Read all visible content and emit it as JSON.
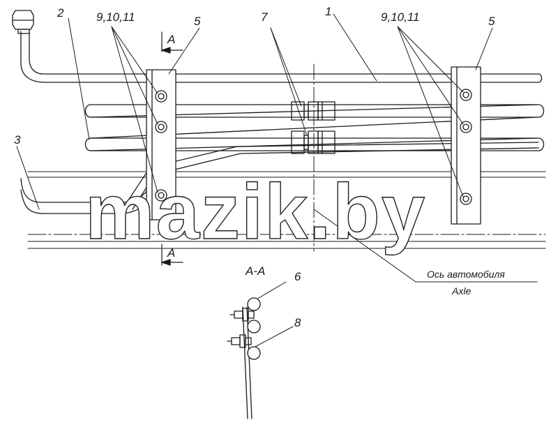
{
  "callouts": {
    "c1": "1",
    "c2": "2",
    "c3": "3",
    "c5a": "5",
    "c5b": "5",
    "c6": "6",
    "c7": "7",
    "c8": "8",
    "c91011a": "9,10,11",
    "c91011b": "9,10,11"
  },
  "section": {
    "marker_top": "A",
    "marker_bottom": "A",
    "view_label": "А-А"
  },
  "axis": {
    "label_ru": "Ось автомобиля",
    "label_en": "Axle"
  },
  "watermark": "mazik.by",
  "colors": {
    "line": "#1a1a1a",
    "background": "#ffffff"
  }
}
